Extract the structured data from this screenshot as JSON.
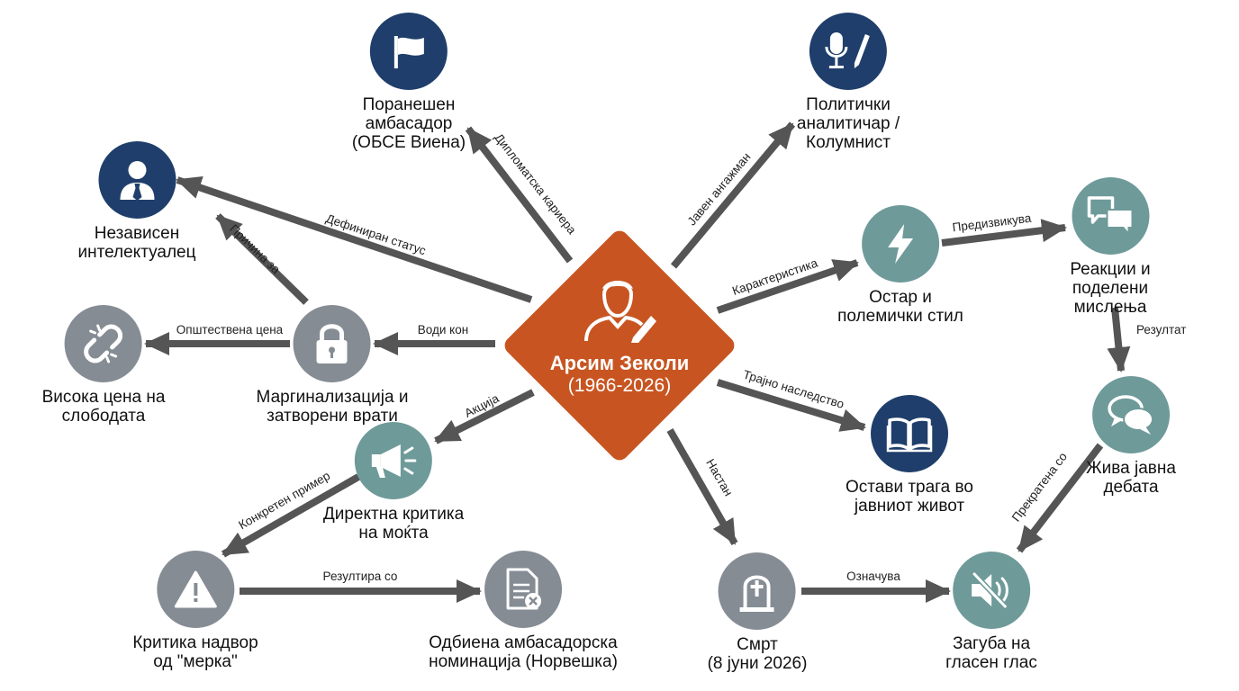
{
  "center": {
    "name": "Арсим Зеколи",
    "years": "(1966-2026)",
    "icon": "person-with-pen-icon",
    "color": "#c85521"
  },
  "nodes": {
    "ambassador": {
      "label": "Поранешен\nамбасадор\n(ОБСЕ Виена)",
      "icon": "flag-icon"
    },
    "analyst": {
      "label": "Политички\nаналитичар /\nКолумнист",
      "icon": "microphone-pen-icon"
    },
    "intellectual": {
      "label": "Независен\nинтелектуалец",
      "icon": "businessman-icon"
    },
    "sharp_style": {
      "label": "Остар и\nполемички стил",
      "icon": "lightning-icon"
    },
    "reactions": {
      "label": "Реакции и\nподелени мислења",
      "icon": "chat-bubbles-icon"
    },
    "high_price": {
      "label": "Висока цена на\nслободата",
      "icon": "broken-link-icon"
    },
    "marginalization": {
      "label": "Маргинализација и\nзатворени врати",
      "icon": "padlock-icon"
    },
    "live_debate": {
      "label": "Жива јавна\nдебата",
      "icon": "speech-bubbles-icon"
    },
    "legacy": {
      "label": "Остави трага во\nјавниот живот",
      "icon": "open-book-icon"
    },
    "direct_criticism": {
      "label": "Директна критика\nна моќта",
      "icon": "megaphone-icon"
    },
    "criticism_outside": {
      "label": "Критика надвор\nод \"мерка\"",
      "icon": "warning-icon"
    },
    "rejected_nomination": {
      "label": "Одбиена амбасадорска\nноминација (Норвешка)",
      "icon": "rejected-document-icon"
    },
    "death": {
      "label": "Смрт\n(8 јуни 2026)",
      "icon": "tombstone-icon"
    },
    "voice_loss": {
      "label": "Загуба на\nгласен глас",
      "icon": "muted-speaker-icon"
    }
  },
  "edges": {
    "diplomatic": "Дипломатска кариера",
    "public_engagement": "Јавен ангажман",
    "defined_status": "Дефиниран статус",
    "characteristic": "Карактеристика",
    "provokes": "Предизвикува",
    "reason_for": "Причина за",
    "result": "Резултат",
    "social_price": "Општествена цена",
    "leads_to": "Води кон",
    "lasting_legacy": "Трајно наследство",
    "stopped_with": "Прекратена со",
    "action": "Акција",
    "concrete_example": "Конкретен пример",
    "results_in": "Резултира со",
    "event": "Настан",
    "marks": "Означува"
  },
  "colors": {
    "navy": "#1f3e6b",
    "teal": "#6f9a9a",
    "gray": "#858c94",
    "arrow": "#555555"
  }
}
